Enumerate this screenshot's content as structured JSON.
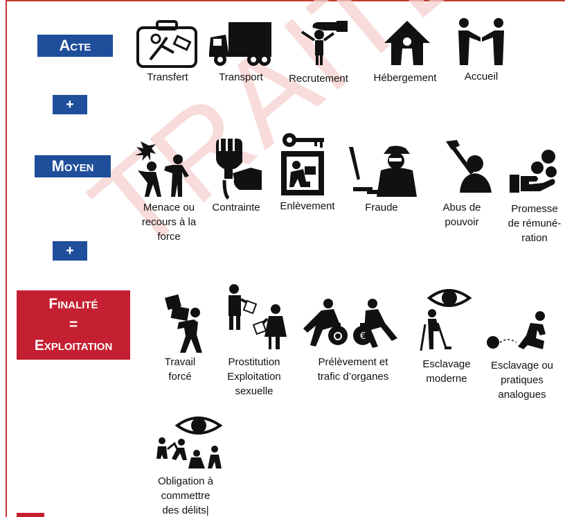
{
  "watermark": "TRAITE",
  "plus_symbol": "+",
  "sections": {
    "acte": {
      "label": "Acte",
      "items": [
        "Transfert",
        "Transport",
        "Recrutement",
        "Hébergement",
        "Accueil"
      ]
    },
    "moyen": {
      "label": "Moyen",
      "items": [
        "Menace ou\nrecours à la\nforce",
        "Contrainte",
        "Enlèvement",
        "Fraude",
        "Abus de\npouvoir",
        "Promesse\nde rémuné-\nration"
      ]
    },
    "finalite": {
      "label_line1": "Finalité",
      "label_line2": "=",
      "label_line3": "Exploitation",
      "items": [
        "Travail\nforcé",
        "Prostitution\nExploitation\nsexuelle",
        "Prélèvement et\ntrafic d’organes",
        "Esclavage\nmoderne",
        "Esclavage ou\npratiques\nanalogues",
        "Obligation à\ncommettre\ndes délits|"
      ]
    }
  },
  "colors": {
    "blue": "#1f4e9a",
    "red": "#c42031",
    "watermark": "#f6cfcf"
  }
}
